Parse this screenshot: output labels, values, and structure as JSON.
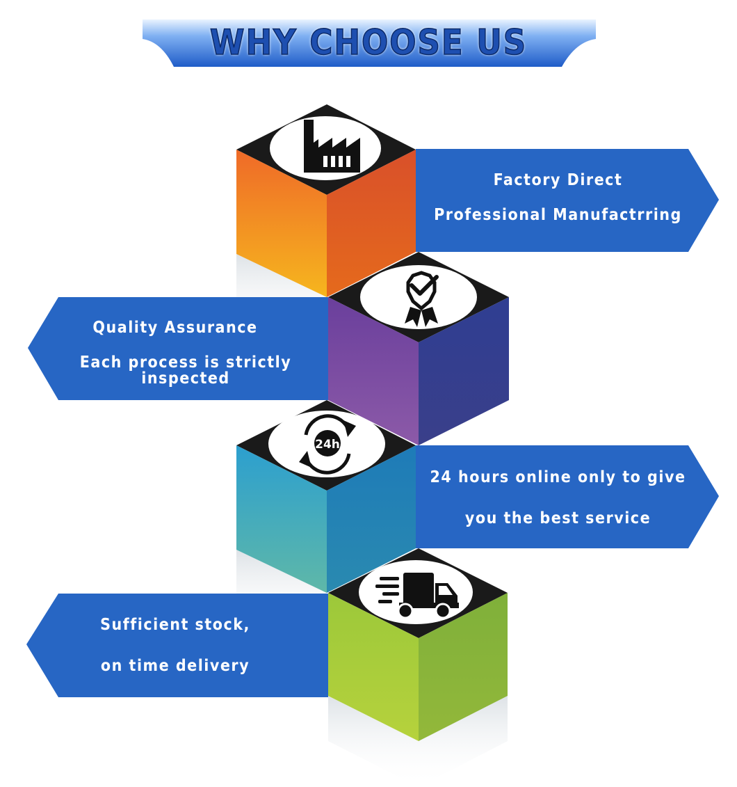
{
  "header": {
    "title": "WHY CHOOSE US"
  },
  "items": [
    {
      "icon": "factory-icon",
      "line1": "Factory Direct",
      "line2": "Professional Manufactrring"
    },
    {
      "icon": "quality-badge-icon",
      "line1": "Quality Assurance",
      "line2": "Each process is strictly inspected"
    },
    {
      "icon": "clock-24h-icon",
      "icon_text": "24h",
      "line1": "24 hours online only to give",
      "line2": "you the best service"
    },
    {
      "icon": "delivery-truck-icon",
      "line1": "Sufficient stock,",
      "line2": "on time delivery"
    }
  ],
  "colors": {
    "banner": "#2f6fd8",
    "arrow": "#2766c4",
    "cube1": "#e8612a",
    "cube2": "#5a3f9e",
    "cube3": "#2a8fc4",
    "cube4": "#9cc83a"
  }
}
